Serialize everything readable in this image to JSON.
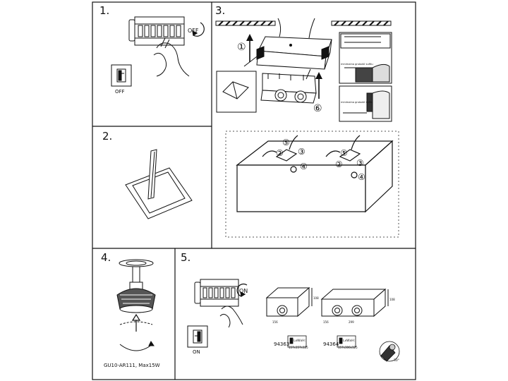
{
  "steps": [
    {
      "number": "1."
    },
    {
      "number": "2."
    },
    {
      "number": "3."
    },
    {
      "number": "4."
    },
    {
      "number": "5."
    }
  ],
  "step1": {
    "switch_label": "OFF",
    "switch_box_label": "OFF"
  },
  "step3": {
    "callouts": [
      "①",
      "⑥",
      "②",
      "③",
      "④",
      "⑤"
    ],
    "detail_text_a": "minimalna grubość sufitu",
    "detail_text_b": "minimalna grubość sufitu"
  },
  "step4": {
    "lamp_spec": "GU10-AR111, Max15W"
  },
  "step5": {
    "switch_label": "ON",
    "switch_box_label": "ON",
    "product_a": {
      "code": "94363",
      "dims_label": "LxWxH:",
      "dims_value": "157x157x125",
      "dim_w": "156",
      "dim_h": "108"
    },
    "product_b": {
      "code": "94364",
      "dims_label": "LxWxH:",
      "dims_value": "157x306x125",
      "dim_w1": "156",
      "dim_w2": "299",
      "dim_h": "108"
    },
    "tilt_label": "30°"
  }
}
